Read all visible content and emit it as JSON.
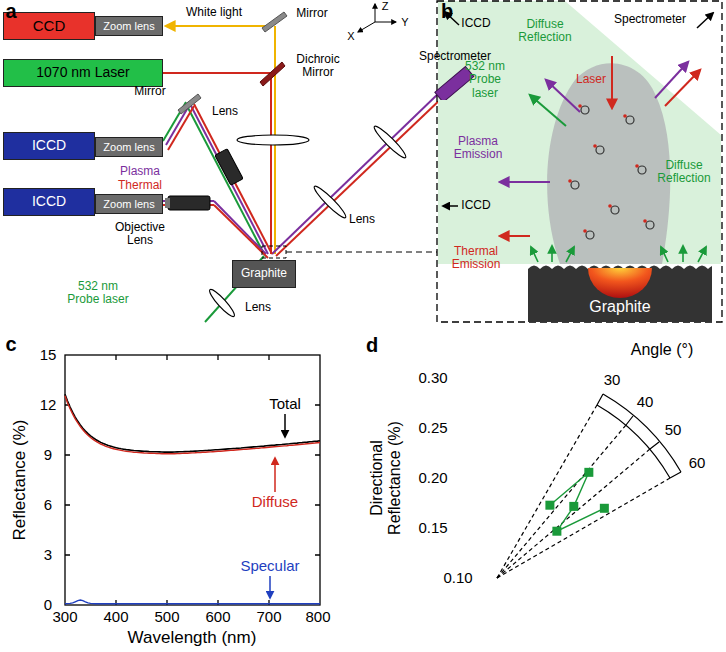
{
  "diagram": {
    "nodes": [
      {
        "text": [
          "CCD"
        ]
      },
      {
        "text": [
          "Zoom lens"
        ]
      },
      {
        "text": [
          "1070 nm Laser"
        ]
      },
      {
        "text": [
          "ICCD"
        ]
      },
      {
        "text": [
          "Zoom lens"
        ]
      },
      {
        "text": [
          "ICCD"
        ]
      },
      {
        "text": [
          "Zoom lens"
        ]
      },
      {
        "text": [
          "Spectrometer"
        ]
      },
      {
        "text": [
          "Graphite"
        ]
      },
      {
        "text": [
          "Graphite"
        ]
      }
    ],
    "labels": [
      "a",
      "White light",
      "Mirror",
      "Dichroic Mirror",
      "Z",
      "X",
      "Y",
      "Lens",
      "Mirror",
      "Plasma",
      "Thermal",
      "Objective Lens",
      "Lens",
      "532 nm Probe laser",
      "Lens",
      "b",
      "ICCD",
      "Diffuse Reflection",
      "532 nm Probe laser",
      "Spectrometer",
      "Laser",
      "Plasma Emission",
      "ICCD",
      "Thermal Emission",
      "Diffuse Reflection",
      "c",
      "15",
      "12",
      "9",
      "6",
      "3",
      "0",
      "300",
      "400",
      "500",
      "600",
      "700",
      "800",
      "Reflectance (%)",
      "Wavelength (nm)",
      "Total",
      "Diffuse",
      "Specular",
      "d",
      "Angle (°)",
      "30",
      "40",
      "50",
      "60",
      "Directional Reflectance (%)",
      "0.30",
      "0.25",
      "0.20",
      "0.15",
      "0.10"
    ]
  }
}
